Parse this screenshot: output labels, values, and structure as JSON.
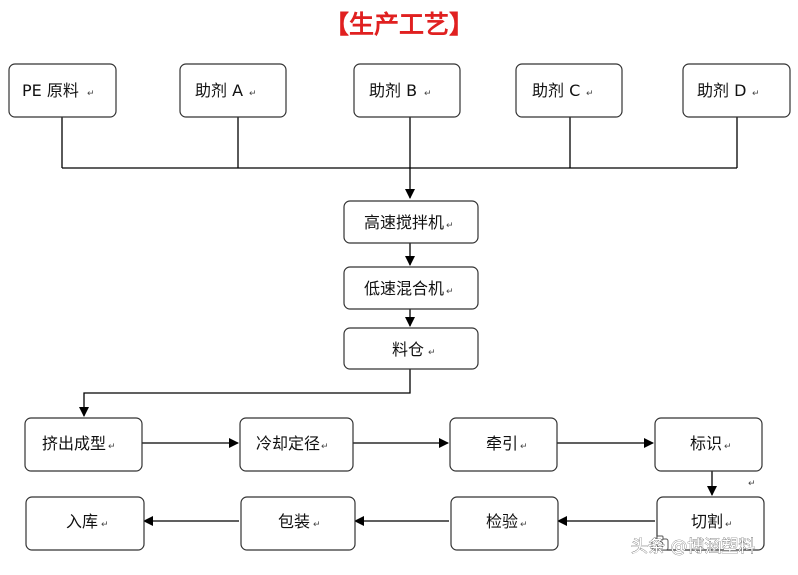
{
  "title": "【生产工艺】",
  "paragraph_mark": "↵",
  "colors": {
    "title": "#e02020",
    "box_border": "#333333",
    "arrow": "#000000"
  },
  "nodes": {
    "pe": "PE 原料",
    "additive_a": "助剂 A",
    "additive_b": "助剂 B",
    "additive_c": "助剂 C",
    "additive_d": "助剂 D",
    "high_speed_mixer": "高速搅拌机",
    "low_speed_mixer": "低速混合机",
    "silo": "料仓",
    "extrusion": "挤出成型",
    "cooling": "冷却定径",
    "traction": "牵引",
    "marking": "标识",
    "cutting": "切割",
    "inspection": "检验",
    "packaging": "包装",
    "storage": "入库"
  },
  "watermark": {
    "icon": "camera-icon",
    "text": "头条 @博涵塑料"
  }
}
